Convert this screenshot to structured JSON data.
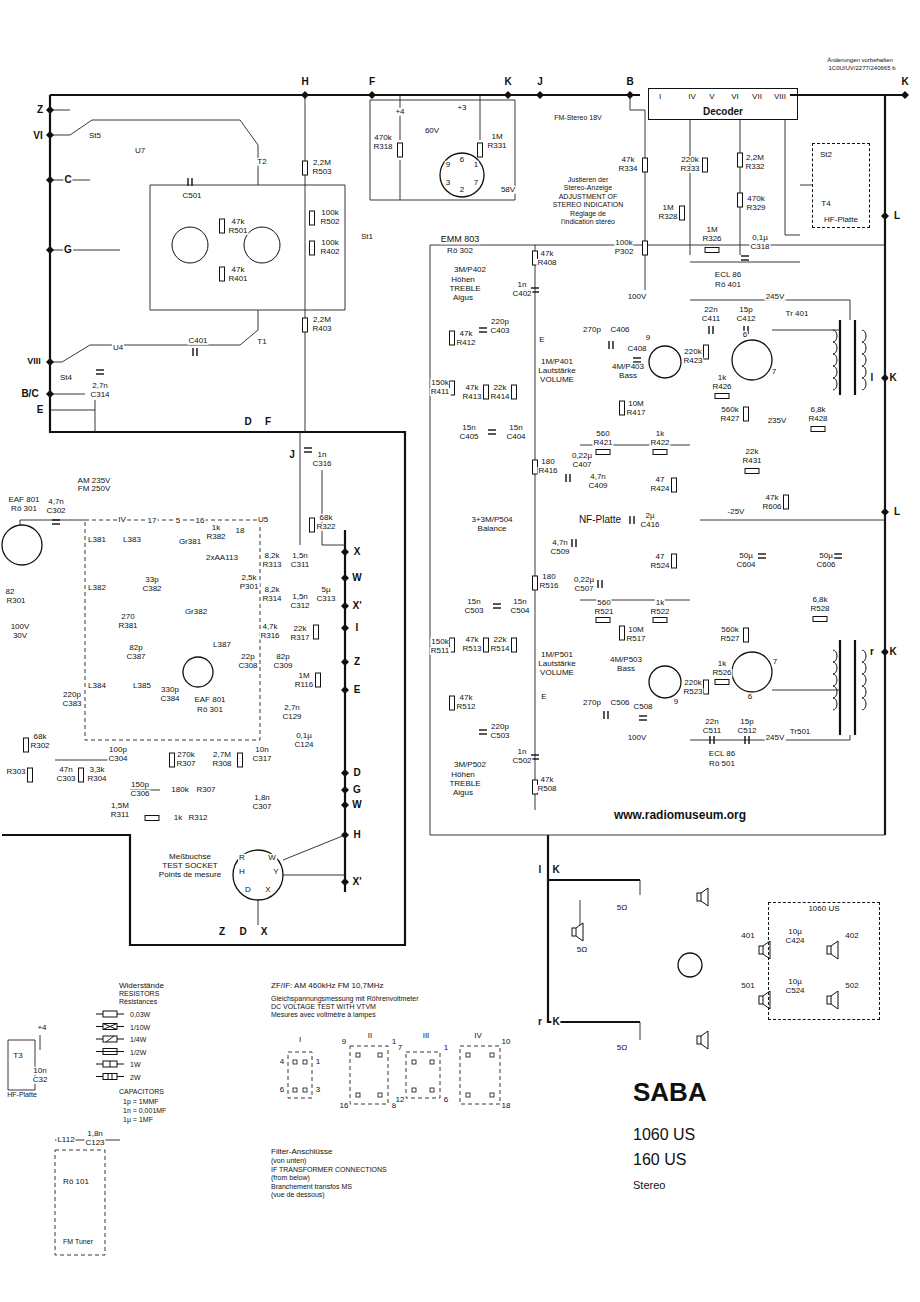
{
  "diagram": {
    "nodes": [
      {
        "text": [
          "Decoder"
        ]
      },
      {
        "text": [
          "HF-Platte"
        ]
      },
      {
        "text": [
          "1060 US"
        ]
      }
    ],
    "labels": [
      "Änderungen vorbehalten",
      "1C0U/UV/2277/240665 b",
      "H",
      "F",
      "K",
      "J",
      "B",
      "K",
      "Z",
      "VI",
      "C",
      "G",
      "VIII",
      "B/C",
      "E",
      "St5",
      "U7",
      "C501",
      "T2",
      "2,2M",
      "R503",
      "100k",
      "R502",
      "100k",
      "R402",
      "St1",
      "47k",
      "R501",
      "47k",
      "R401",
      "2,2M",
      "R403",
      "T1",
      "C401",
      "U4",
      "St4",
      "2,7n",
      "C314",
      "D",
      "F",
      "J",
      "U5",
      "1n",
      "C316",
      "68k",
      "R322",
      "X",
      "W",
      "X'",
      "I",
      "Z",
      "E",
      "D",
      "G",
      "W",
      "H",
      "X'",
      "+4",
      "+3",
      "470k",
      "R318",
      "60V",
      "1M",
      "R331",
      "58V",
      "EMM 803",
      "Rö 302",
      "9",
      "6",
      "1",
      "3",
      "7",
      "2",
      "FM-Stereo 18V",
      "Justieren der",
      "Stereo-Anzeige",
      "ADJUSTMENT OF",
      "STEREO INDICATION",
      "Réglage de",
      "l'indication stéréo",
      "I",
      "IV",
      "V",
      "VI",
      "VII",
      "VIII",
      "47k",
      "R334",
      "220k",
      "R333",
      "2,2M",
      "R332",
      "470k",
      "R329",
      "1M",
      "R328",
      "1M",
      "R326",
      "100k",
      "P302",
      "0,1µ",
      "C318",
      "St2",
      "T4",
      "L",
      "L",
      "l",
      "K",
      "r",
      "K",
      "47k",
      "R408",
      "3M/P402",
      "Höhen",
      "TREBLE",
      "Aigus",
      "1n",
      "C402",
      "220p",
      "C403",
      "47k",
      "R412",
      "E",
      "270p",
      "C406",
      "C408",
      "1M/P401",
      "Lautstärke",
      "VOLUME",
      "4M/P403",
      "Bass",
      "150k",
      "R411",
      "47k",
      "R413",
      "22k",
      "R414",
      "10M",
      "R417",
      "15n",
      "C405",
      "15n",
      "C404",
      "560",
      "R421",
      "1k",
      "R422",
      "180",
      "R416",
      "0,22µ",
      "C407",
      "4,7n",
      "C409",
      "47",
      "R424",
      "ECL 86",
      "Rö 401",
      "100V",
      "22n",
      "C411",
      "15p",
      "C412",
      "245V",
      "Tr 401",
      "220k",
      "R423",
      "1k",
      "R426",
      "560k",
      "R427",
      "235V",
      "6,8k",
      "R428",
      "22k",
      "R431",
      "47k",
      "R606",
      "-25V",
      "2µ",
      "C416",
      "50µ",
      "C604",
      "50µ",
      "C606",
      "NF-Platte",
      "3+3M/P504",
      "Balance",
      "9",
      "6",
      "7",
      "4,7n",
      "C509",
      "47",
      "R524",
      "180",
      "R516",
      "0,22µ",
      "C507",
      "560",
      "R521",
      "1k",
      "R522",
      "15n",
      "C503",
      "15n",
      "C504",
      "150k",
      "R511",
      "47k",
      "R513",
      "22k",
      "R514",
      "10M",
      "R517",
      "1M/P501",
      "Lautstärke",
      "VOLUME",
      "4M/P503",
      "Bass",
      "270p",
      "C506",
      "C508",
      "47k",
      "R512",
      "220p",
      "C503",
      "E",
      "3M/P502",
      "Höhen",
      "TREBLE",
      "Aigus",
      "1n",
      "C502",
      "47k",
      "R508",
      "560k",
      "R527",
      "1k",
      "R526",
      "220k",
      "R523",
      "22n",
      "C511",
      "15p",
      "C512",
      "245V",
      "100V",
      "ECL 86",
      "Rö 501",
      "6,8k",
      "R528",
      "Tr501",
      "www.radiomuseum.org",
      "6",
      "7",
      "9",
      "l",
      "K",
      "r",
      "K",
      "5Ω",
      "5Ω",
      "5Ω",
      "401",
      "402",
      "501",
      "502",
      "10µ",
      "C424",
      "10µ",
      "C524",
      "SABA",
      "1060 US",
      "160 US",
      "Stereo",
      "EAF 801",
      "Rö 301",
      "AM 235V",
      "FM 250V",
      "4,7n",
      "C302",
      "82",
      "R301",
      "100V",
      "30V",
      "IV",
      "L381",
      "L383",
      "17",
      "5",
      "16",
      "18",
      "Gr381",
      "1k",
      "R382",
      "2xAA113",
      "8,2k",
      "R313",
      "1,5n",
      "C311",
      "2,5k",
      "P301",
      "8,2k",
      "R314",
      "1,5n",
      "C312",
      "5µ",
      "C313",
      "33p",
      "C382",
      "Gr382",
      "L382",
      "270",
      "R381",
      "L387",
      "4,7k",
      "R316",
      "22k",
      "R317",
      "82p",
      "C387",
      "22p",
      "C308",
      "82p",
      "C309",
      "1M",
      "R116",
      "L384",
      "L385",
      "220p",
      "C383",
      "330p",
      "C384",
      "EAF 801",
      "Rö 301",
      "2,7n",
      "C129",
      "0,1µ",
      "C124",
      "68k",
      "R302",
      "100p",
      "C304",
      "270k",
      "R307",
      "2,7M",
      "R308",
      "10n",
      "C317",
      "R303",
      "47n",
      "C303",
      "3,3k",
      "R304",
      "150p",
      "C306",
      "180k",
      "R307",
      "1,8n",
      "C307",
      "1,5M",
      "R311",
      "1k",
      "R312",
      "Meßbuchse",
      "TEST SOCKET",
      "Points de mesure",
      "R",
      "W",
      "Y",
      "H",
      "D",
      "X",
      "Z",
      "D",
      "X",
      "Widerstände",
      "RESISTORS",
      "Résistances",
      "CAPACITORS",
      "1p = 1MMF",
      "1n = 0,001MF",
      "1µ = 1MF",
      "ZF/IF: AM 460kHz FM 10,7MHz",
      "Gleichspannungsmessung mit Röhrenvoltmeter",
      "DC VOLTAGE TEST WITH VTVM",
      "Mesures avec voltmètre à lampes",
      "I",
      "II",
      "III",
      "IV",
      "4",
      "1",
      "6",
      "3",
      "9",
      "1",
      "16",
      "8",
      "7",
      "1",
      "12",
      "6",
      "10",
      "18",
      "Filter-Anschlüsse",
      "(von unten)",
      "IF TRANSFORMER CONNECTIONS",
      "(from below)",
      "Branchement transfos MS",
      "(vue de dessous)",
      "+4",
      "T3",
      "10n",
      "C32",
      "HF-Platte",
      "L112",
      "1,8n",
      "C123",
      "Rö 101",
      "FM Tuner"
    ],
    "legend": [
      {
        "text": "0,03W"
      },
      {
        "text": "1/10W"
      },
      {
        "text": "1/4W"
      },
      {
        "text": "1/2W"
      },
      {
        "text": "1W"
      },
      {
        "text": "2W"
      }
    ]
  }
}
